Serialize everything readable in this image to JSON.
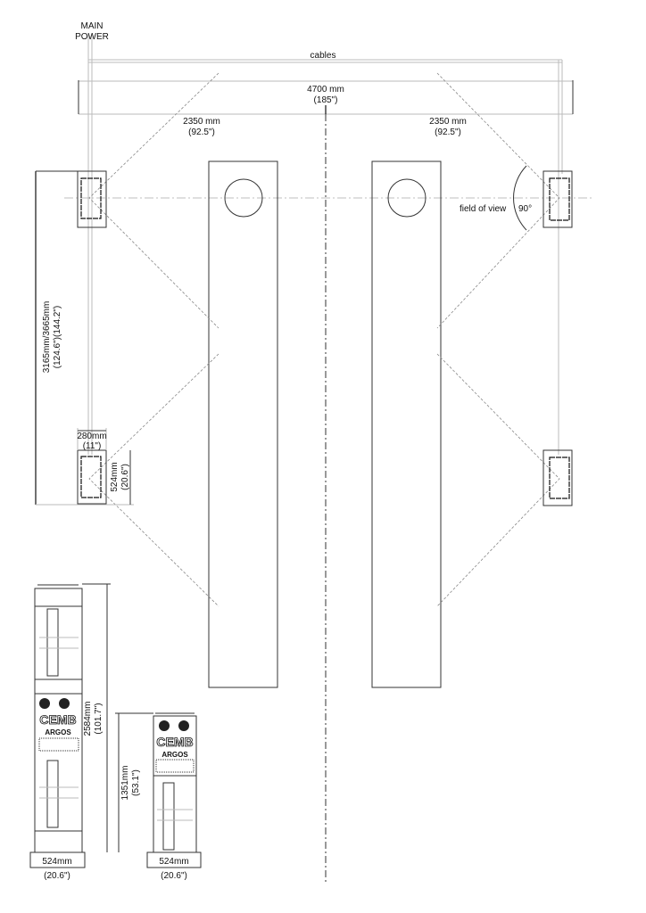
{
  "labels": {
    "main_power_1": "MAIN",
    "main_power_2": "POWER",
    "cables": "cables",
    "total_width_mm": "4700 mm",
    "total_width_in": "(185\")",
    "half_left_mm": "2350 mm",
    "half_left_in": "(92.5\")",
    "half_right_mm": "2350 mm",
    "half_right_in": "(92.5\")",
    "field_of_view": "field of view",
    "angle": "90°",
    "height_mm": "3165mm/3665mm",
    "height_in": "(124.6\")(144.2\")",
    "unit_width_mm": "280mm",
    "unit_width_in": "(11\")",
    "unit_depth_mm": "524mm",
    "unit_depth_in": "(20.6\")"
  },
  "tall_cabinet": {
    "height_mm": "2584mm",
    "height_in": "(101.7\")",
    "width_mm": "524mm",
    "width_in": "(20.6\")",
    "logo": "CEMB",
    "sublogo": "ARGOS"
  },
  "short_cabinet": {
    "height_mm": "1351mm",
    "height_in": "(53.1\")",
    "width_mm": "524mm",
    "width_in": "(20.6\")",
    "logo": "CEMB",
    "sublogo": "ARGOS"
  }
}
